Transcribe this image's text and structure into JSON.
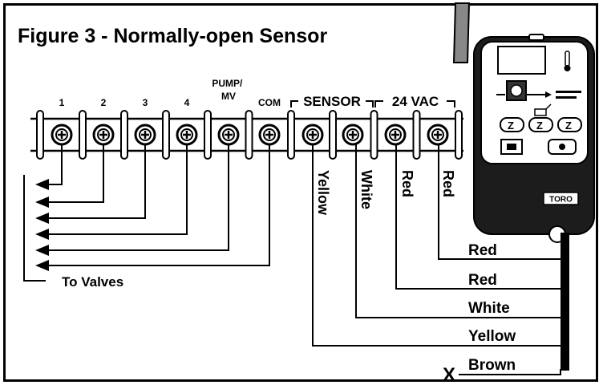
{
  "figure": {
    "title": "Figure 3 - Normally-open Sensor"
  },
  "terminal_strip": {
    "terminals": [
      {
        "label": "1"
      },
      {
        "label": "2"
      },
      {
        "label": "3"
      },
      {
        "label": "4"
      },
      {
        "label": "PUMP/\nMV"
      },
      {
        "label": "COM"
      },
      {
        "label": ""
      },
      {
        "label": ""
      },
      {
        "label": ""
      },
      {
        "label": ""
      }
    ],
    "group_labels": {
      "sensor": "SENSOR",
      "vac": "24 VAC"
    }
  },
  "valves": {
    "label": "To Valves"
  },
  "vertical_wires": {
    "yellow": "Yellow",
    "white": "White",
    "red1": "Red",
    "red2": "Red"
  },
  "cable_wires": {
    "red1": "Red",
    "red2": "Red",
    "white": "White",
    "yellow": "Yellow",
    "brown": "Brown",
    "brown_marker": "X"
  },
  "controller": {
    "brand": "TORO"
  }
}
